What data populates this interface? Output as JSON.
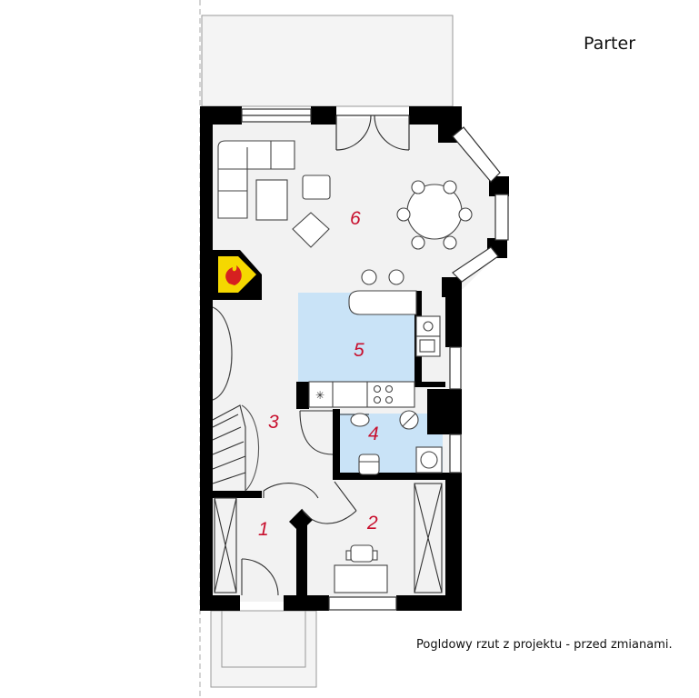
{
  "title": "Parter",
  "caption": "Pogldowy rzut z projektu - przed zmianami.",
  "colors": {
    "wall": "#000000",
    "floor": "#f2f2f2",
    "wet_room": "#c9e3f7",
    "room_number": "#c8102e",
    "fireplace": "#f5d800",
    "fire": "#d62020"
  },
  "rooms": [
    {
      "number": "1"
    },
    {
      "number": "2"
    },
    {
      "number": "3"
    },
    {
      "number": "4"
    },
    {
      "number": "5"
    },
    {
      "number": "6"
    }
  ]
}
